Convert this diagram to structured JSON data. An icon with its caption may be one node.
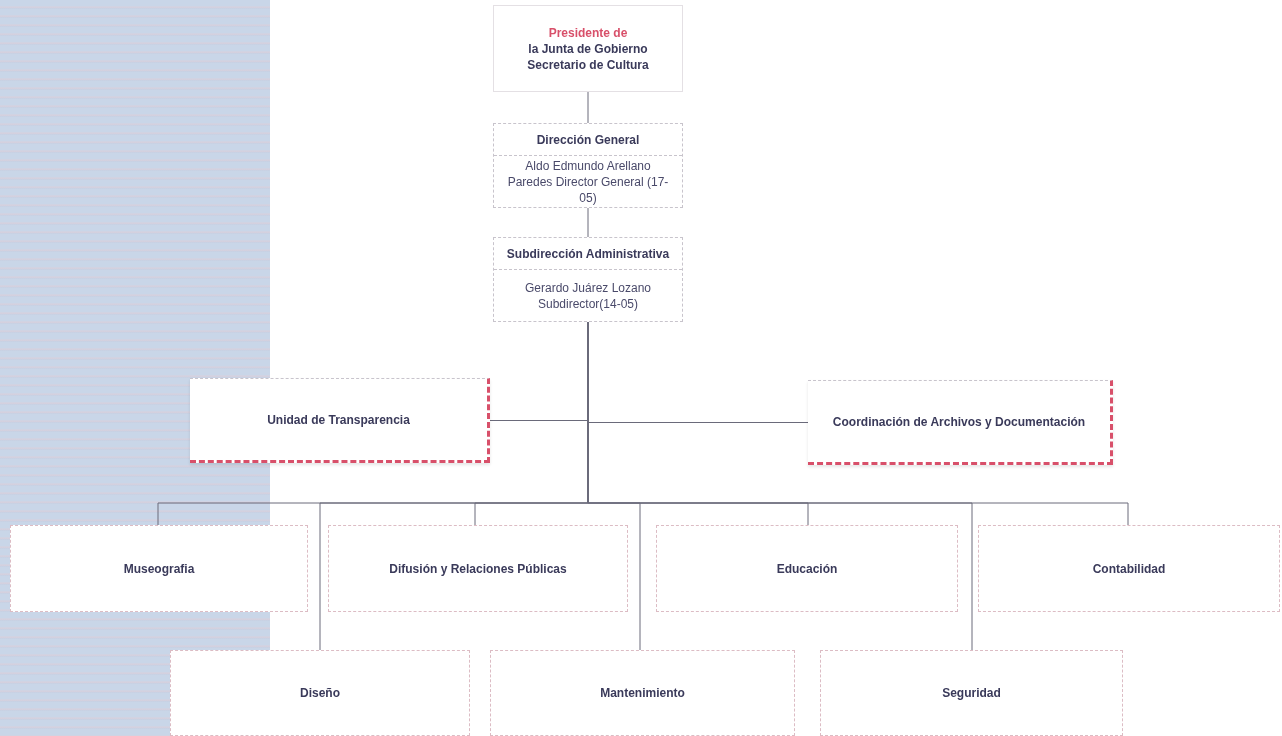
{
  "diagram": {
    "nodes": [
      {
        "text": [
          "Presidente de",
          "la Junta de Gobierno Secretario de Cultura"
        ]
      },
      {
        "text": [
          "Dirección General",
          "Aldo Edmundo Arellano Paredes Director General (17-05)"
        ]
      },
      {
        "text": [
          "Subdirección Administrativa",
          "Gerardo Juárez Lozano Subdirector(14-05)"
        ]
      },
      {
        "text": [
          "Unidad de Transparencia"
        ]
      },
      {
        "text": [
          "Coordinación de Archivos y Documentación"
        ]
      },
      {
        "text": [
          "Museografia"
        ]
      },
      {
        "text": [
          "Difusión y Relaciones Públicas"
        ]
      },
      {
        "text": [
          "Educación"
        ]
      },
      {
        "text": [
          "Contabilidad"
        ]
      },
      {
        "text": [
          "Diseño"
        ]
      },
      {
        "text": [
          "Mantenimiento"
        ]
      },
      {
        "text": [
          "Seguridad"
        ]
      }
    ],
    "edges": [
      {
        "from": 0,
        "to": 1,
        "arrow": "none"
      },
      {
        "from": 1,
        "to": 2,
        "arrow": "none"
      },
      {
        "from": 2,
        "to": 3,
        "arrow": "none"
      },
      {
        "from": 2,
        "to": 4,
        "arrow": "none"
      },
      {
        "from": 2,
        "to": 5,
        "arrow": "none"
      },
      {
        "from": 2,
        "to": 6,
        "arrow": "none"
      },
      {
        "from": 2,
        "to": 7,
        "arrow": "none"
      },
      {
        "from": 2,
        "to": 8,
        "arrow": "none"
      },
      {
        "from": 2,
        "to": 9,
        "arrow": "none"
      },
      {
        "from": 2,
        "to": 10,
        "arrow": "none"
      },
      {
        "from": 2,
        "to": 11,
        "arrow": "none"
      }
    ]
  }
}
